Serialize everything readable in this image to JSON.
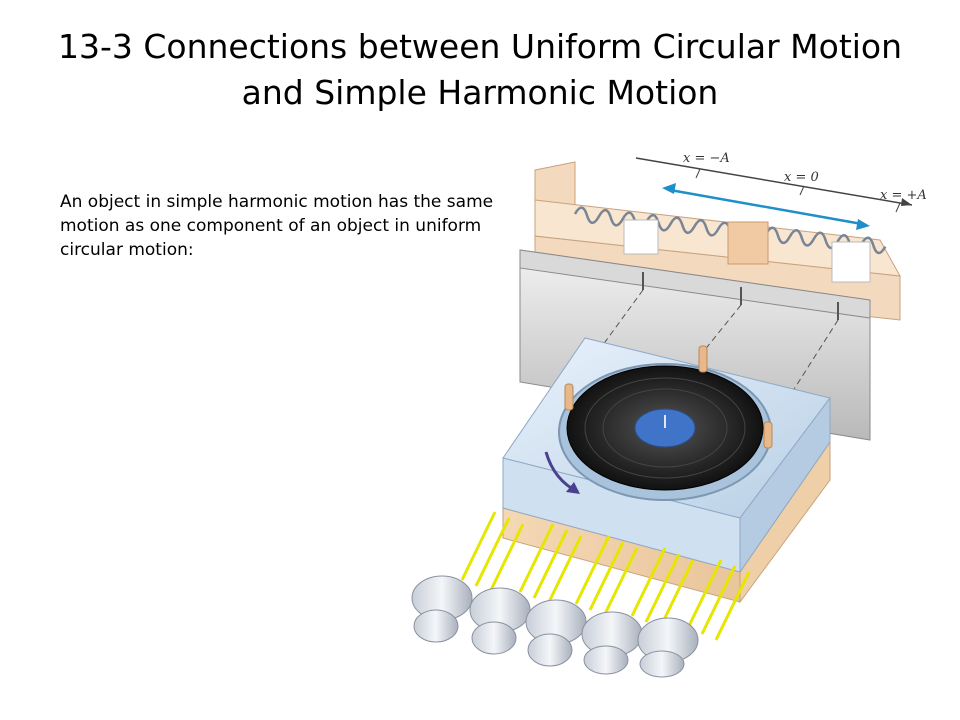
{
  "slide": {
    "title_line1": "13-3 Connections between Uniform Circular Motion",
    "title_line2": "and Simple Harmonic Motion",
    "body": "An object in simple harmonic motion has the same motion as one component of an object in uniform circular motion:"
  },
  "figure": {
    "labels": {
      "x_neg": "x = −A",
      "x_zero": "x = 0",
      "x_pos": "x = +A"
    },
    "colors": {
      "arrow": "#1f8fc9",
      "record": "#1b1b1b",
      "label": "#3f74c8",
      "wood": "#f1ceaa",
      "spotlight": "#e6e600"
    }
  }
}
